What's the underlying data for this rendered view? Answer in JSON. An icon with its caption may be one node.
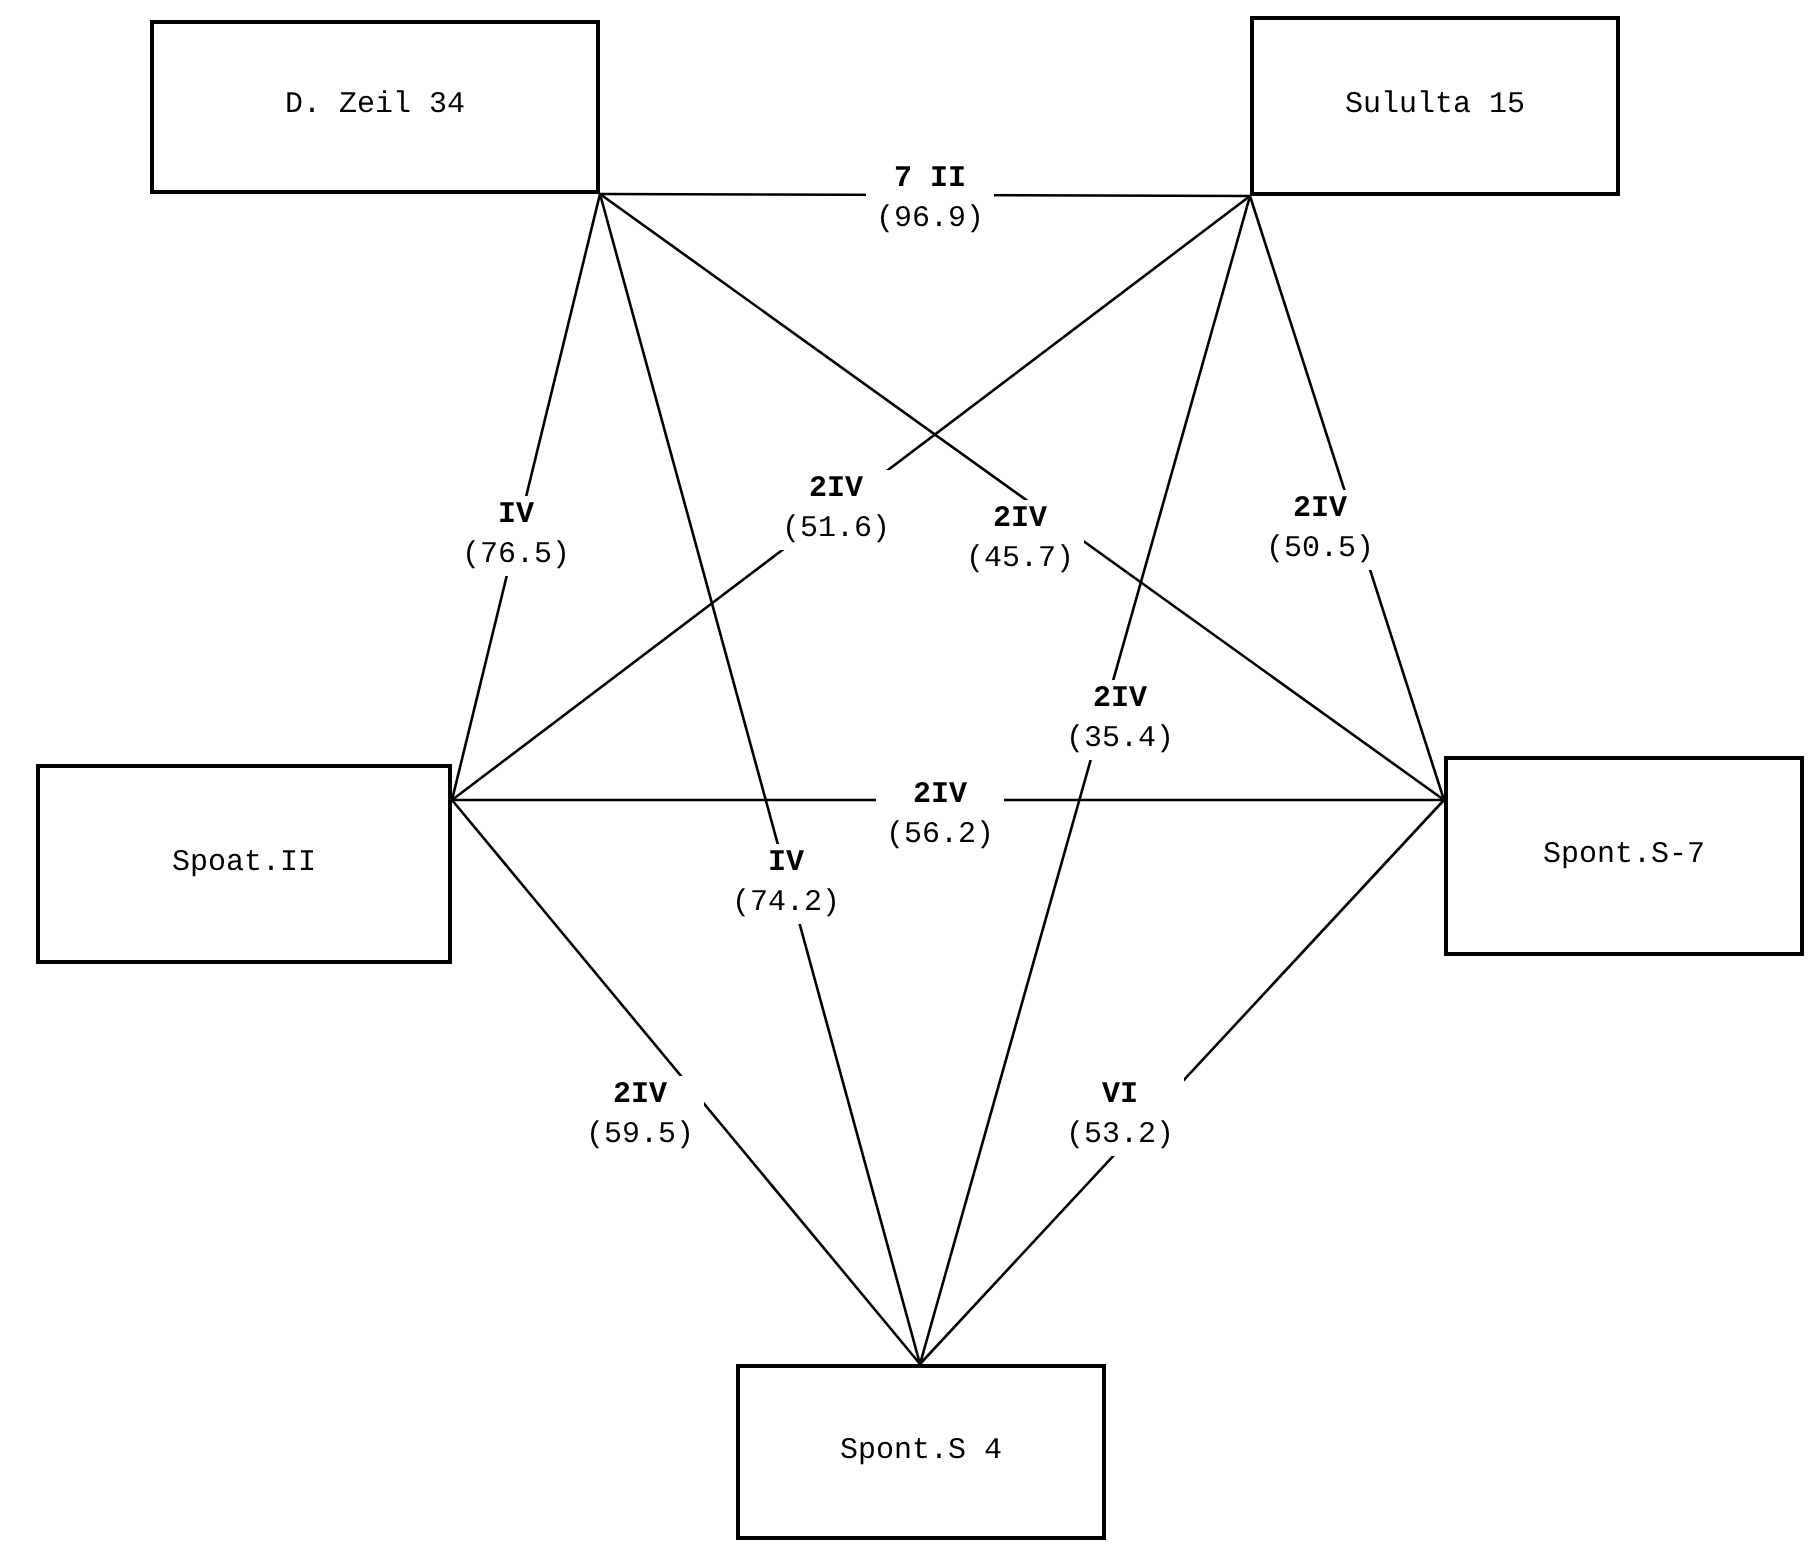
{
  "diagram": {
    "nodes": [
      {
        "text": [
          "D. Zeil 34"
        ]
      },
      {
        "text": [
          "Sululta 15"
        ]
      },
      {
        "text": [
          "Spoat.II"
        ]
      },
      {
        "text": [
          "Spont.S-7"
        ]
      },
      {
        "text": [
          "Spont.S 4"
        ]
      }
    ],
    "edges": [
      {
        "from": 0,
        "to": 1,
        "arrow": "none",
        "label": "**7 II** (96.9)"
      },
      {
        "from": 0,
        "to": 2,
        "arrow": "none",
        "label": "**IV** (76.5)"
      },
      {
        "from": 0,
        "to": 4,
        "arrow": "none",
        "label": "**IV** (74.2)"
      },
      {
        "from": 0,
        "to": 3,
        "arrow": "none",
        "label": "**2IV** (45.7)"
      },
      {
        "from": 1,
        "to": 2,
        "arrow": "none",
        "label": "**2IV** (51.6)"
      },
      {
        "from": 1,
        "to": 4,
        "arrow": "none",
        "label": "**2IV** (35.4)"
      },
      {
        "from": 1,
        "to": 3,
        "arrow": "none",
        "label": "**2IV** (50.5)"
      },
      {
        "from": 2,
        "to": 3,
        "arrow": "none",
        "label": "**2IV** (56.2)"
      },
      {
        "from": 2,
        "to": 4,
        "arrow": "none",
        "label": "**2IV** (59.5)"
      },
      {
        "from": 3,
        "to": 4,
        "arrow": "none",
        "label": "**VI** (53.2)"
      }
    ]
  }
}
